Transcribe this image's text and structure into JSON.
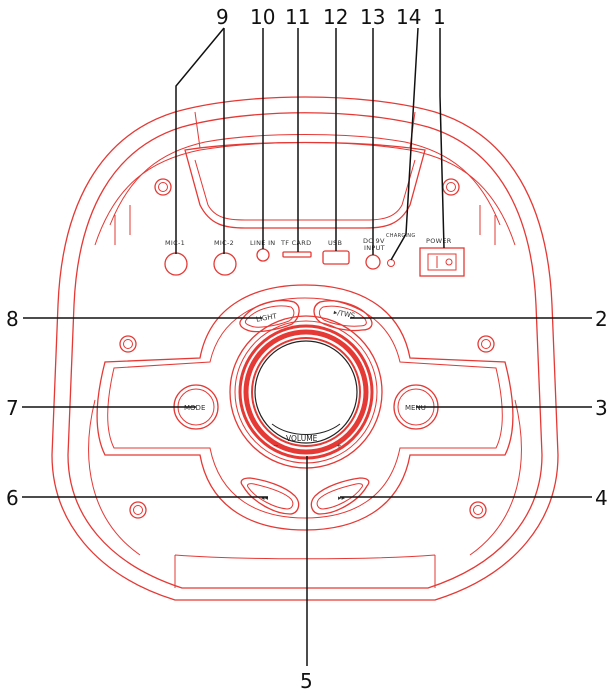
{
  "callouts": {
    "c1": "1",
    "c2": "2",
    "c3": "3",
    "c4": "4",
    "c5": "5",
    "c6": "6",
    "c7": "7",
    "c8": "8",
    "c9": "9",
    "c10": "10",
    "c11": "11",
    "c12": "12",
    "c13": "13",
    "c14": "14"
  },
  "panel": {
    "mic1": "MIC-1",
    "mic2": "MIC-2",
    "line_in": "LINE IN",
    "tf_card": "TF CARD",
    "usb": "USB",
    "dc_in_1": "DC 9V",
    "dc_in_2": "INPUT",
    "charging": "CHARGING",
    "power": "POWER"
  },
  "buttons": {
    "light": "LIGHT",
    "tws": "▸/TWS",
    "mode": "MODE",
    "menu": "MENU",
    "prev": "◂◂",
    "next": "▸▸",
    "volume": "VOLUME",
    "vol_minus": "−",
    "vol_plus": "+"
  }
}
